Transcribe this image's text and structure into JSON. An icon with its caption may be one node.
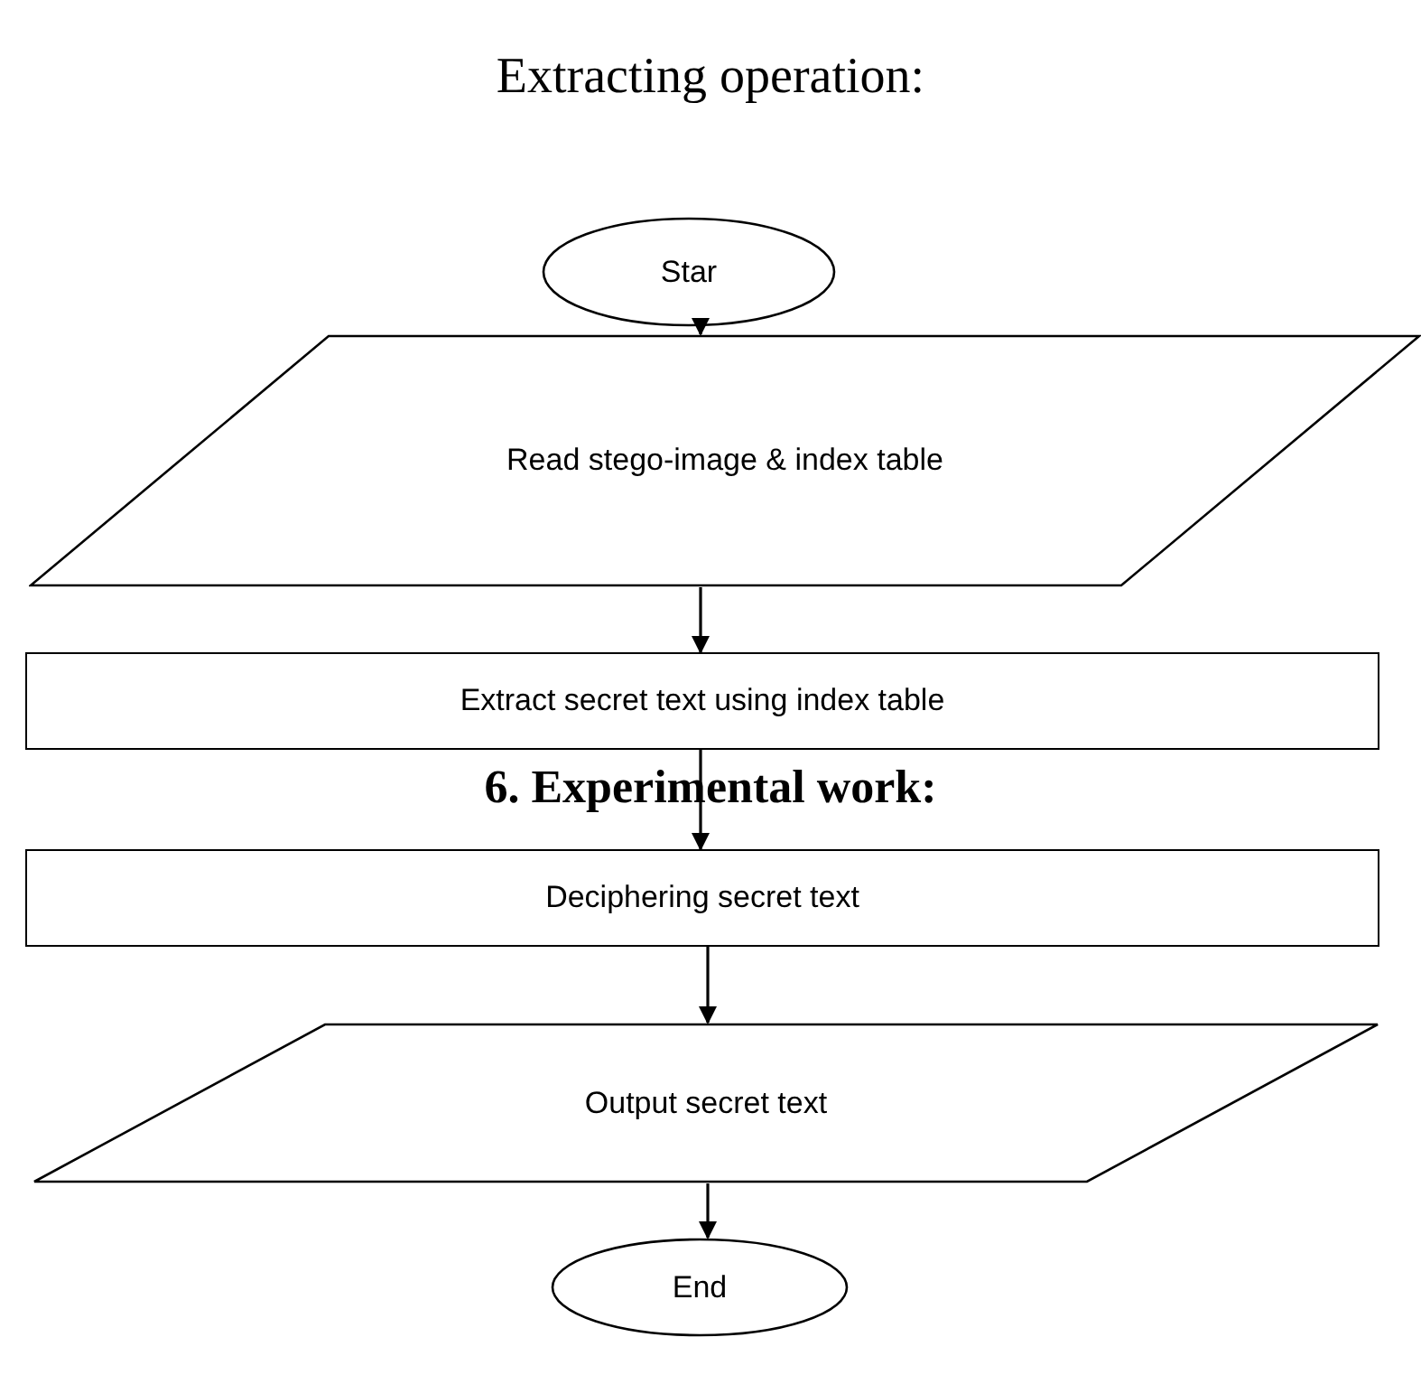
{
  "diagram": {
    "title": "Extracting operation:",
    "nodes": [
      {
        "text": [
          "Star"
        ]
      },
      {
        "text": [
          "Read stego-image & index table"
        ]
      },
      {
        "text": [
          "Extract secret text using index table"
        ]
      },
      {
        "text": [
          "Deciphering secret text"
        ]
      },
      {
        "text": [
          "Output secret text"
        ]
      },
      {
        "text": [
          "End"
        ]
      }
    ],
    "edges": [
      {
        "from": 0,
        "to": 1,
        "arrow": "to"
      },
      {
        "from": 1,
        "to": 2,
        "arrow": "to"
      },
      {
        "from": 2,
        "to": 3,
        "arrow": "to"
      },
      {
        "from": 3,
        "to": 4,
        "arrow": "to"
      },
      {
        "from": 4,
        "to": 5,
        "arrow": "to"
      }
    ],
    "labels": [
      "6. Experimental work:"
    ]
  }
}
